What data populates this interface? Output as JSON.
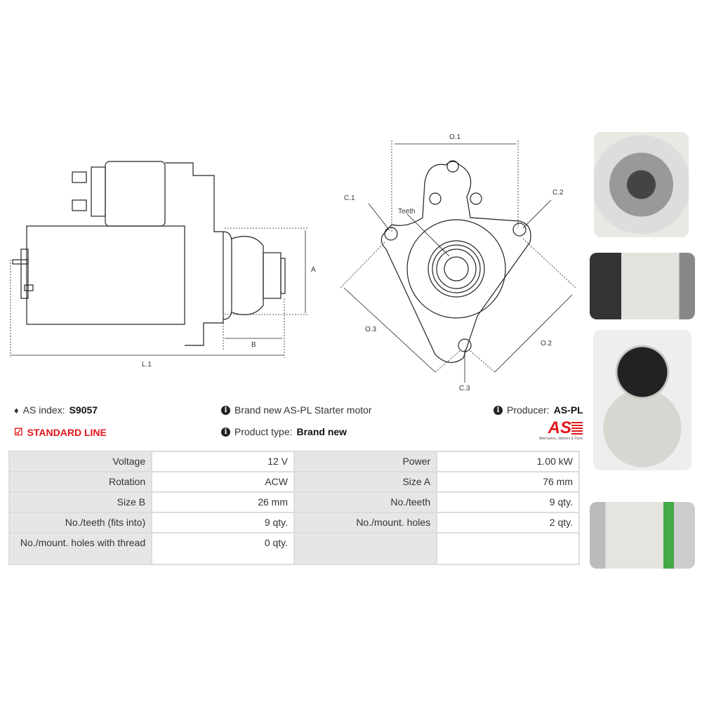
{
  "drawing_labels": {
    "a": "A",
    "b": "B",
    "l1": "L.1",
    "o1": "O.1",
    "o2": "O.2",
    "o3": "O.3",
    "c1": "C.1",
    "c2": "C.2",
    "c3": "C.3",
    "teeth": "Teeth"
  },
  "info": {
    "as_index_label": "AS index:",
    "as_index_value": "S9057",
    "line": "STANDARD LINE",
    "description": "Brand new AS-PL Starter motor",
    "product_type_label": "Product type:",
    "product_type_value": "Brand new",
    "producer_label": "Producer:",
    "producer_value": "AS-PL"
  },
  "logo": {
    "text": "AS",
    "tagline": "Alternators, Starters & Parts",
    "color": "#e3161b"
  },
  "specs": [
    [
      {
        "k": "Voltage",
        "v": "12 V"
      },
      {
        "k": "Power",
        "v": "1.00 kW"
      }
    ],
    [
      {
        "k": "Rotation",
        "v": "ACW"
      },
      {
        "k": "Size A",
        "v": "76 mm"
      }
    ],
    [
      {
        "k": "Size B",
        "v": "26 mm"
      },
      {
        "k": "No./teeth",
        "v": "9 qty."
      }
    ],
    [
      {
        "k": "No./teeth (fits into)",
        "v": "9 qty."
      },
      {
        "k": "No./mount. holes",
        "v": "2 qty."
      }
    ],
    [
      {
        "k": "No./mount. holes with thread",
        "v": "0 qty."
      },
      {
        "k": "",
        "v": ""
      }
    ]
  ]
}
